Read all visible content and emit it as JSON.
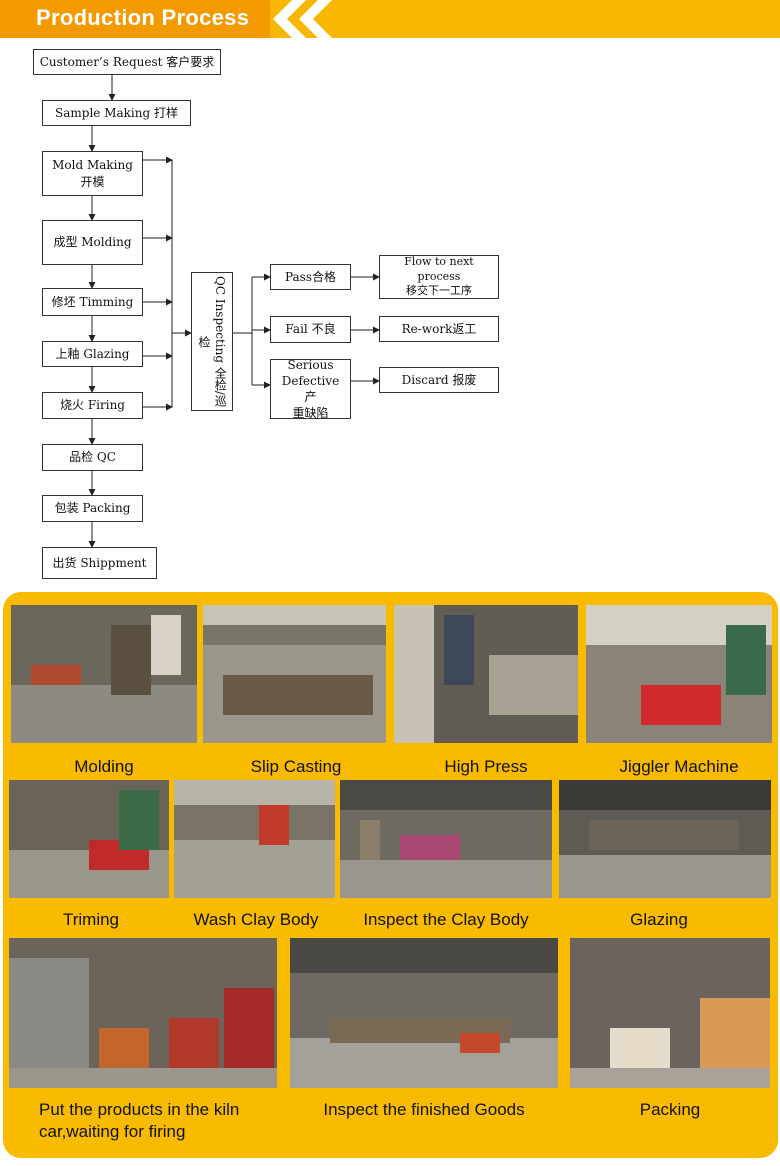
{
  "header": {
    "title": "Production Process"
  },
  "flow": {
    "steps": [
      "Customer’s Request 客户要求",
      "Sample Making 打样",
      "Mold Making\n开模",
      "成型 Molding",
      "修坯  Timming",
      "上釉 Glazing",
      "烧火 Firing",
      "品检 QC",
      "包装 Packing",
      "出货  Shippment"
    ],
    "qc": "QC Inspecting 全检/巡检",
    "results": [
      "Pass合格",
      "Fail 不良",
      "Serious\nDefective 产\n重缺陷"
    ],
    "actions": [
      "Flow to next process\n移交下一工序",
      "Re-work返工",
      "Discard 报废"
    ]
  },
  "photos": [
    {
      "caption": "Molding",
      "icon": "photo-molding"
    },
    {
      "caption": "Slip Casting",
      "icon": "photo-slip-casting"
    },
    {
      "caption": "High Press",
      "icon": "photo-high-press"
    },
    {
      "caption": "Jiggler Machine",
      "icon": "photo-jiggler-machine"
    },
    {
      "caption": "Triming",
      "icon": "photo-triming"
    },
    {
      "caption": "Wash Clay Body",
      "icon": "photo-wash-clay-body"
    },
    {
      "caption": "Inspect the Clay Body",
      "icon": "photo-inspect-clay-body"
    },
    {
      "caption": "Glazing",
      "icon": "photo-glazing"
    },
    {
      "caption": "Put the products in the kiln\ncar,waiting for firing",
      "icon": "photo-kiln-car"
    },
    {
      "caption": "Inspect the finished Goods",
      "icon": "photo-inspect-finished-goods"
    },
    {
      "caption": "Packing",
      "icon": "photo-packing"
    }
  ],
  "colors": {
    "header": "#f7b700",
    "header_tab": "#f39a00",
    "panel": "#f8bb00",
    "photo_base": "#6e6a60"
  }
}
